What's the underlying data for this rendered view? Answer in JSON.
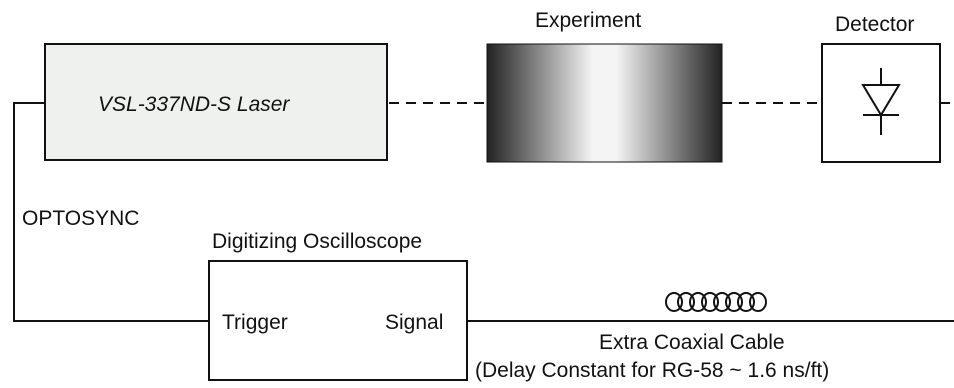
{
  "laser": {
    "label": "VSL-337ND-S Laser"
  },
  "experiment": {
    "label": "Experiment"
  },
  "detector": {
    "label": "Detector"
  },
  "optosync": {
    "label": "OPTOSYNC"
  },
  "oscilloscope": {
    "title": "Digitizing Oscilloscope",
    "trigger_label": "Trigger",
    "signal_label": "Signal"
  },
  "cable": {
    "label": "Extra Coaxial Cable",
    "note": "(Delay Constant for RG-58 ~ 1.6 ns/ft)"
  },
  "colors": {
    "laser_fill": "#eef1ee",
    "stroke": "#111111",
    "gradient_dark": "#222222",
    "gradient_light": "#f4f4f4"
  }
}
